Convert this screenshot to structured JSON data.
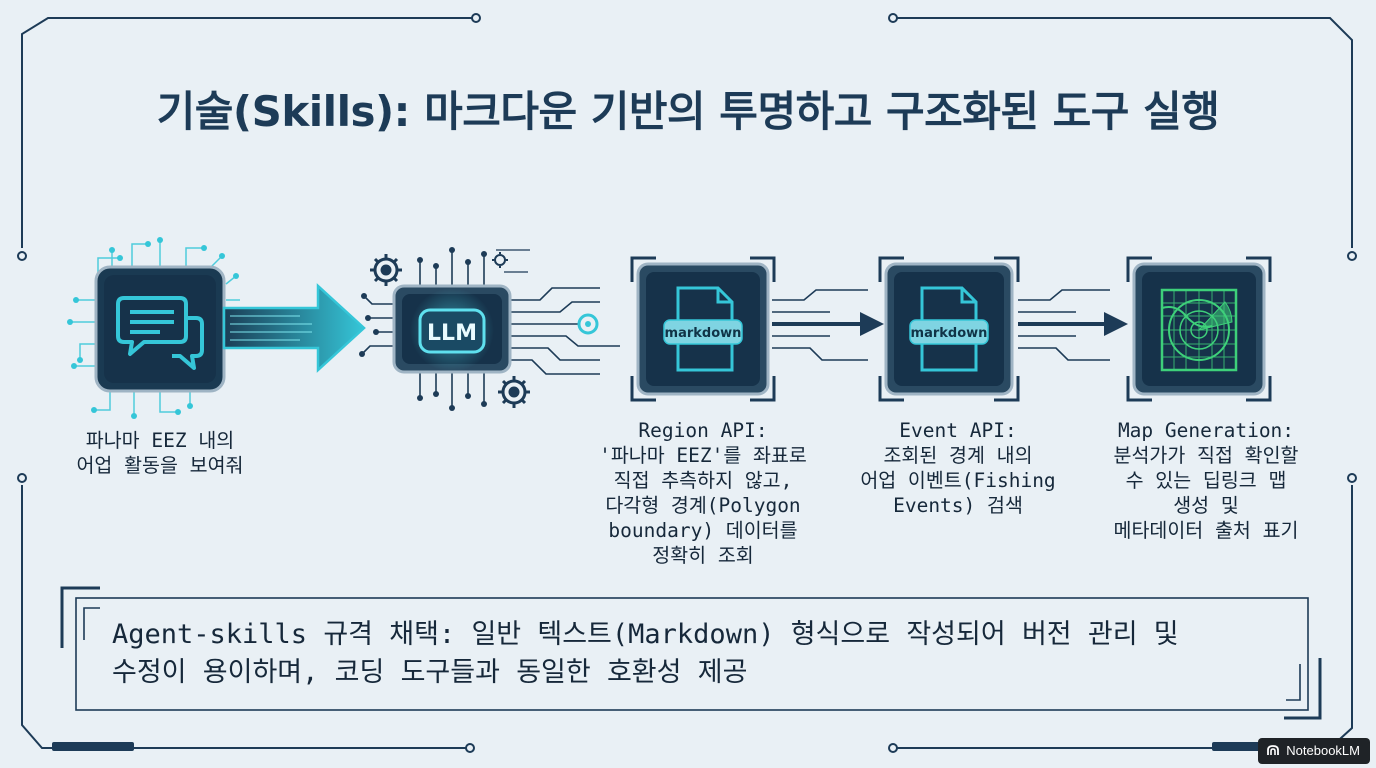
{
  "title": "기술(Skills): 마크다운 기반의 투명하고 구조화된 도구 실행",
  "nodes": {
    "prompt": {
      "icon": "chat-bubbles-icon",
      "caption": "파나마 EEZ 내의\n어업 활동을 보여줘"
    },
    "llm": {
      "icon": "cpu-chip-icon",
      "label": "LLM"
    },
    "region": {
      "icon": "markdown-file-icon",
      "file_label": "markdown",
      "caption": "Region API:\n'파나마 EEZ'를 좌표로\n직접 추측하지 않고,\n다각형 경계(Polygon\nboundary) 데이터를\n정확히 조회"
    },
    "event": {
      "icon": "markdown-file-icon",
      "file_label": "markdown",
      "caption": "Event API:\n조회된 경계 내의\n어업 이벤트(Fishing\nEvents) 검색"
    },
    "map": {
      "icon": "radar-map-icon",
      "caption": "Map Generation:\n분석가가 직접 확인할\n수 있는 딥링크 맵\n생성 및\n메타데이터 출처 표기"
    }
  },
  "note": {
    "line1": "Agent-skills 규격 채택: 일반 텍스트(Markdown) 형식으로 작성되어 버전 관리 및",
    "line2": "수정이 용이하며, 코딩 도구들과 동일한 호환성 제공"
  },
  "badge": {
    "label": "NotebookLM",
    "icon": "notebooklm-logo-icon"
  },
  "colors": {
    "background": "#e9f0f5",
    "frame": "#1d3b57",
    "accent_teal": "#35c6d8",
    "node_fill": "#16324a",
    "radar_green": "#3ed07a",
    "text": "#16283a"
  }
}
